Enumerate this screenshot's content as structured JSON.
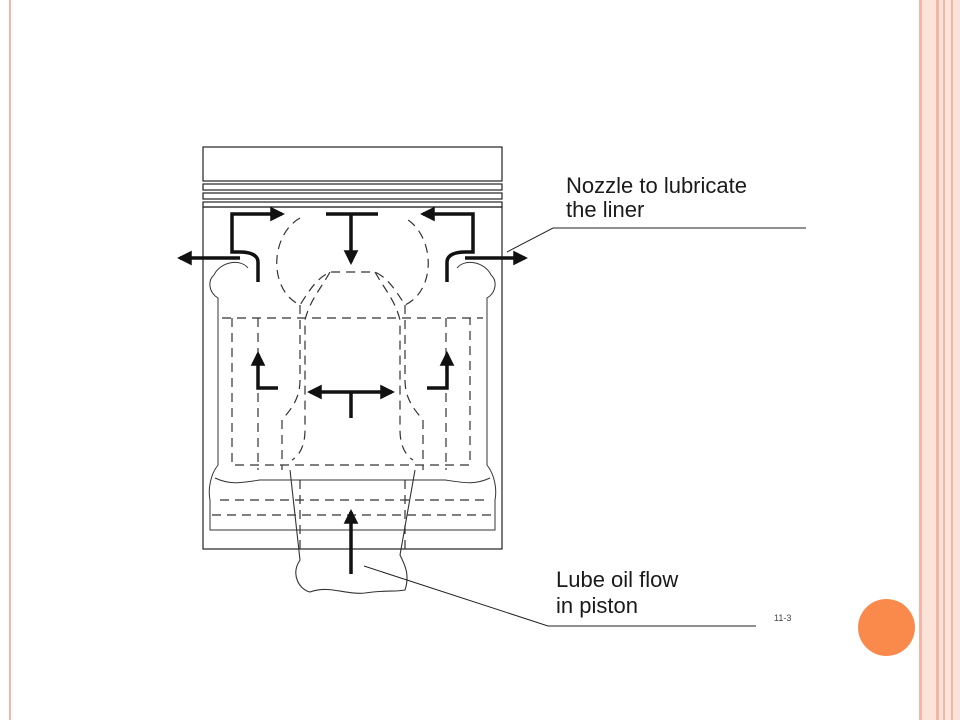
{
  "callouts": {
    "nozzle": {
      "line1": "Nozzle to lubricate",
      "line2": "the liner"
    },
    "lube": {
      "line1": "Lube oil flow",
      "line2": "in piston"
    }
  },
  "figure_code": "11-3",
  "colors": {
    "frame": "#f4b6a4",
    "accent_circle": "#f98a4c",
    "ink": "#1a1a1a"
  }
}
